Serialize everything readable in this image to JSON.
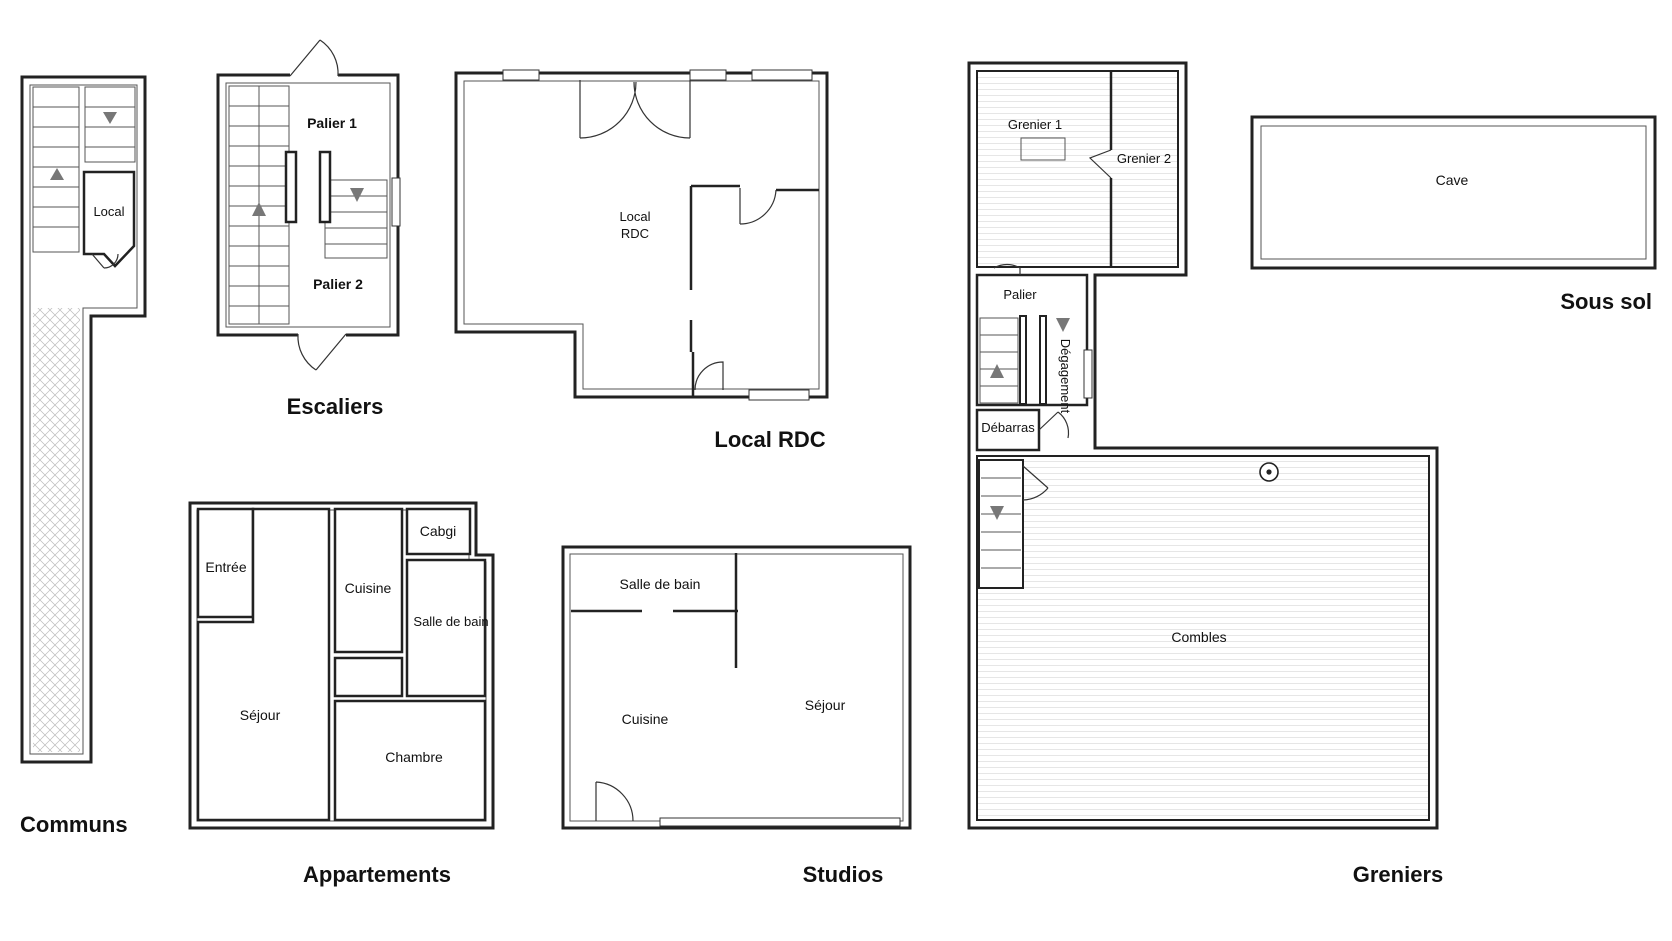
{
  "plans": {
    "communs": {
      "title": "Communs",
      "rooms": {
        "local": "Local"
      }
    },
    "escaliers": {
      "title": "Escaliers",
      "rooms": {
        "palier1": "Palier 1",
        "palier2": "Palier 2"
      }
    },
    "local_rdc": {
      "title": "Local RDC",
      "rooms": {
        "local_line1": "Local",
        "local_line2": "RDC"
      }
    },
    "appartements": {
      "title": "Appartements",
      "rooms": {
        "entree": "Entrée",
        "sejour": "Séjour",
        "cuisine": "Cuisine",
        "cabgi": "Cabgi",
        "salle_de_bain": "Salle de bain",
        "chambre": "Chambre"
      }
    },
    "studios": {
      "title": "Studios",
      "rooms": {
        "salle_de_bain": "Salle de bain",
        "cuisine": "Cuisine",
        "sejour": "Séjour"
      }
    },
    "greniers": {
      "title": "Greniers",
      "rooms": {
        "grenier1": "Grenier 1",
        "grenier2": "Grenier 2",
        "palier": "Palier",
        "degagement": "Dégagement",
        "debarras": "Débarras",
        "combles": "Combles"
      }
    },
    "sous_sol": {
      "title": "Sous sol",
      "rooms": {
        "cave": "Cave"
      }
    }
  }
}
